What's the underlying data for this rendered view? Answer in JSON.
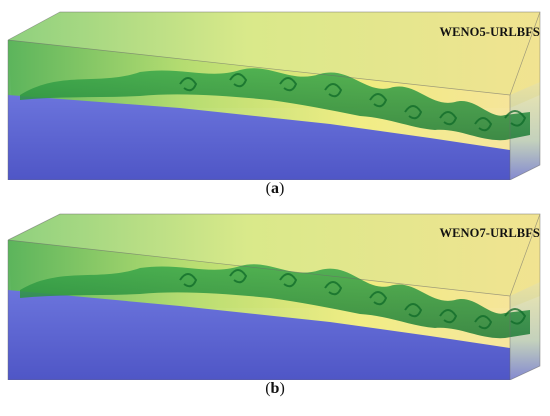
{
  "panels": [
    {
      "id": "a",
      "method_label": "WENO5-URLBFS",
      "caption": {
        "open": "(",
        "letter": "a",
        "close": ")"
      }
    },
    {
      "id": "b",
      "method_label": "WENO7-URLBFS",
      "caption": {
        "open": "(",
        "letter": "b",
        "close": ")"
      }
    }
  ],
  "colors": {
    "heavy_fluid": "#5c64d6",
    "light_fluid_warm": "#f4f080",
    "light_fluid_cool": "#6fc27e",
    "interface": "#1f9a3a",
    "interface_core": "#0e6a28"
  }
}
